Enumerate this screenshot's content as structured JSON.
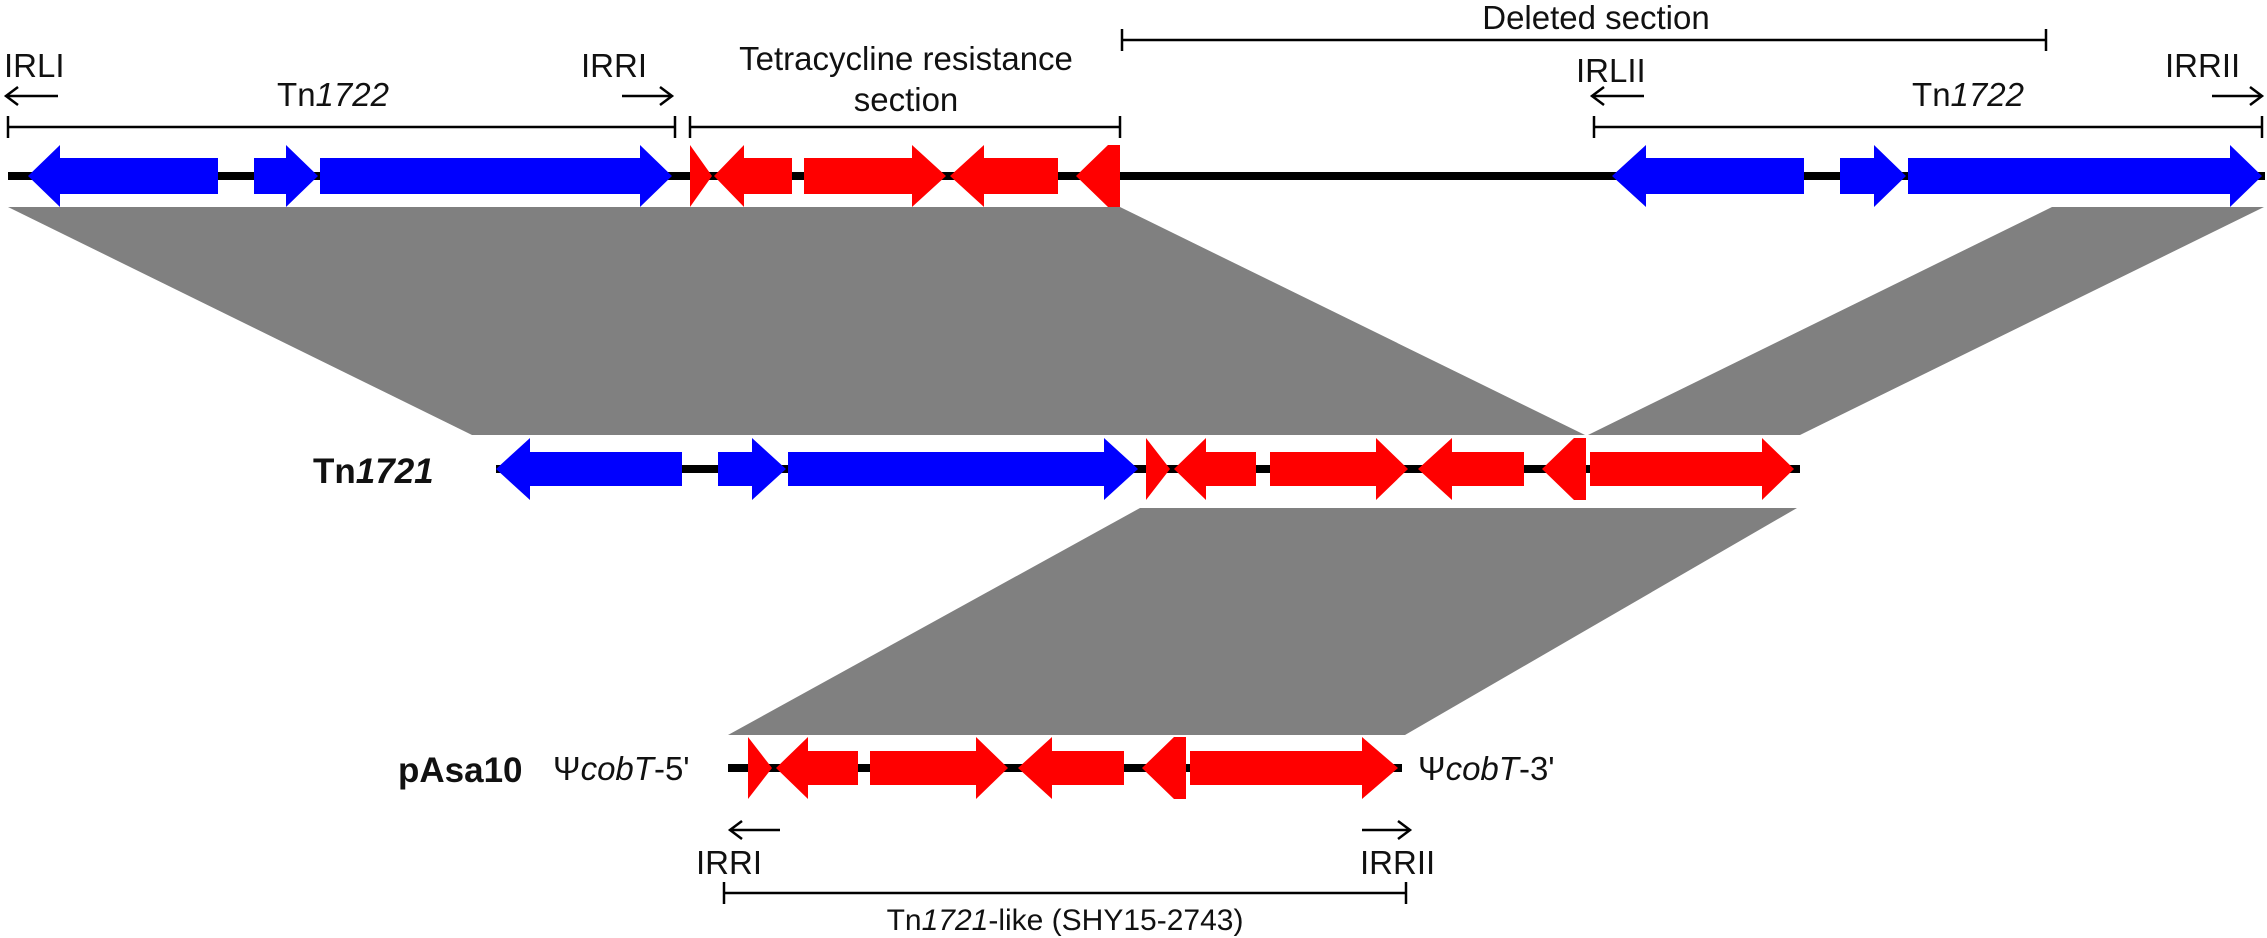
{
  "colors": {
    "tn_backbone": "#0000ff",
    "resistance_section": "#ff0000",
    "homology_block": "#808080",
    "line": "#000000"
  },
  "top": {
    "deleted_section": "Deleted section",
    "tet_resistance_line1": "Tetracycline resistance",
    "tet_resistance_line2": "section",
    "irli": "IRLI",
    "irri": "IRRI",
    "irlii": "IRLII",
    "irrii": "IRRII",
    "left_tn_prefix": "Tn",
    "left_tn_number": "1722",
    "right_tn_prefix": "Tn",
    "right_tn_number": "1722"
  },
  "middle": {
    "name_prefix": "Tn",
    "name_number": "1721"
  },
  "bottom": {
    "name": "pAsa10",
    "left_flank_psi": "Ψ",
    "left_flank_gene": "cobT",
    "left_flank_suffix": "-5'",
    "right_flank_psi": "Ψ",
    "right_flank_gene": "cobT",
    "right_flank_suffix": "-3'",
    "irri": "IRRI",
    "irrii": "IRRII",
    "like_prefix": "Tn",
    "like_number": "1721",
    "like_suffix": "-like (SHY15-2743)"
  }
}
